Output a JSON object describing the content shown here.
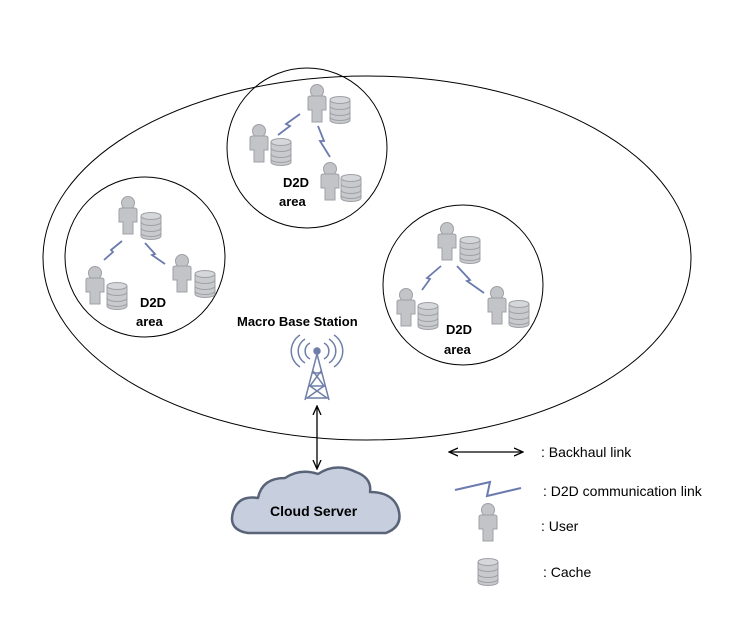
{
  "macro_base_station_label": "Macro Base Station",
  "cloud_server_label": "Cloud Server",
  "d2d_areas": [
    {
      "line1": "D2D",
      "line2": "area"
    },
    {
      "line1": "D2D",
      "line2": "area"
    },
    {
      "line1": "D2D",
      "line2": "area"
    }
  ],
  "legend": {
    "backhaul": ": Backhaul link",
    "d2d_link": ": D2D communication link",
    "user": ": User",
    "cache": ": Cache"
  },
  "colors": {
    "user_fill": "#c3c4c8",
    "user_stroke": "#9ea0a6",
    "link": "#6b7bb0",
    "cloud_fill": "#c7cede",
    "cloud_stroke": "#5a6478",
    "tower": "#6f7fa8"
  },
  "icons": [
    "user-icon",
    "cache-icon",
    "d2d-link-icon",
    "backhaul-arrow-icon",
    "tower-icon",
    "cloud-icon"
  ]
}
